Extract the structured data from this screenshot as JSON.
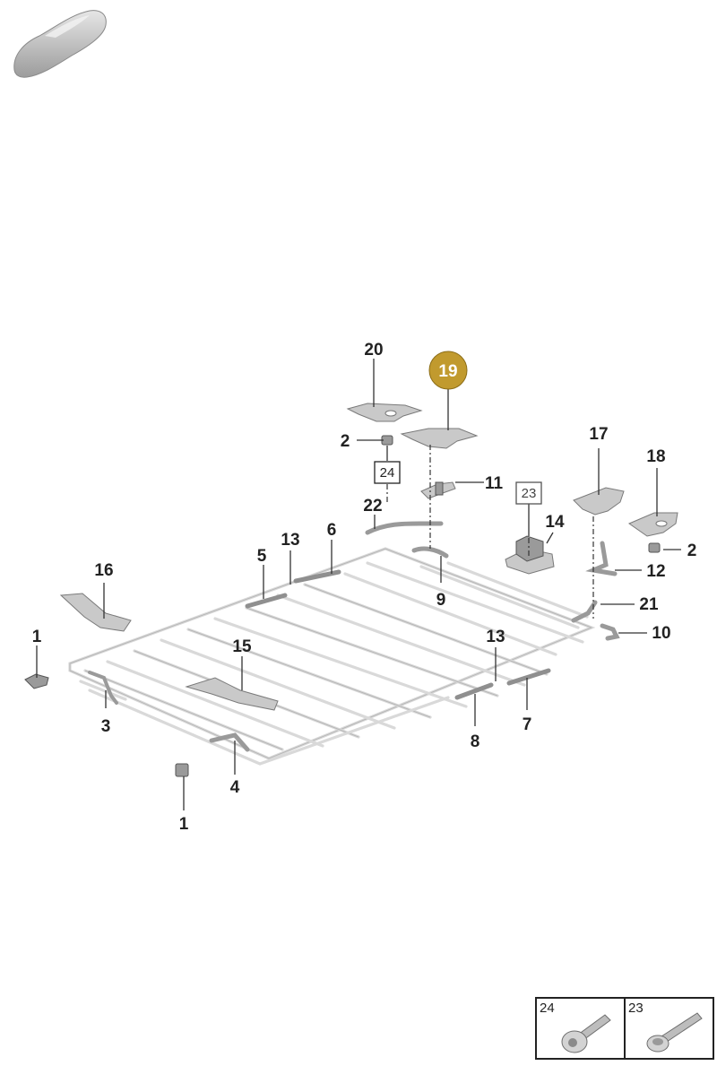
{
  "callouts": [
    {
      "id": "c20",
      "label": "20"
    },
    {
      "id": "c19",
      "label": "19"
    },
    {
      "id": "c2a",
      "label": "2"
    },
    {
      "id": "c24box",
      "label": "24"
    },
    {
      "id": "c11",
      "label": "11"
    },
    {
      "id": "c22",
      "label": "22"
    },
    {
      "id": "c23box",
      "label": "23"
    },
    {
      "id": "c14",
      "label": "14"
    },
    {
      "id": "c17",
      "label": "17"
    },
    {
      "id": "c18",
      "label": "18"
    },
    {
      "id": "c2b",
      "label": "2"
    },
    {
      "id": "c12",
      "label": "12"
    },
    {
      "id": "c21",
      "label": "21"
    },
    {
      "id": "c10",
      "label": "10"
    },
    {
      "id": "c6",
      "label": "6"
    },
    {
      "id": "c13a",
      "label": "13"
    },
    {
      "id": "c5",
      "label": "5"
    },
    {
      "id": "c9",
      "label": "9"
    },
    {
      "id": "c16",
      "label": "16"
    },
    {
      "id": "c1a",
      "label": "1"
    },
    {
      "id": "c15",
      "label": "15"
    },
    {
      "id": "c3",
      "label": "3"
    },
    {
      "id": "c13b",
      "label": "13"
    },
    {
      "id": "c7",
      "label": "7"
    },
    {
      "id": "c8",
      "label": "8"
    },
    {
      "id": "c4",
      "label": "4"
    },
    {
      "id": "c1b",
      "label": "1"
    }
  ],
  "highlight": {
    "label": "19",
    "color": "#c19a2e"
  },
  "legend": [
    {
      "label": "24",
      "part": "torx-bolt"
    },
    {
      "label": "23",
      "part": "flange-screw"
    }
  ],
  "colors": {
    "part": "#c9c9c9",
    "ink": "#222222"
  }
}
